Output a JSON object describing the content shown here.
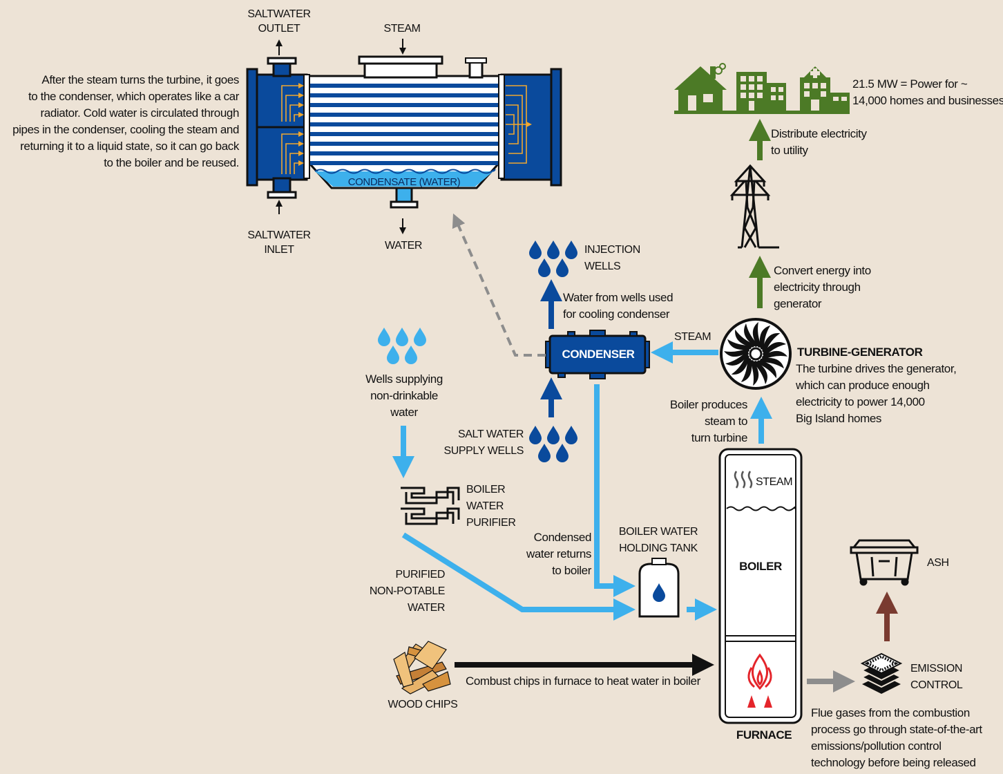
{
  "condenser_detail": {
    "saltwater_outlet": [
      "SALTWATER",
      "OUTLET"
    ],
    "saltwater_inlet": [
      "SALTWATER",
      "INLET"
    ],
    "steam": "STEAM",
    "water": "WATER",
    "condensate": "CONDENSATE (WATER)",
    "description": [
      "After the steam turns the turbine, it goes",
      "to the condenser, which operates like a car",
      "radiator. Cold water is circulated through",
      "pipes in the condenser, cooling the steam and",
      "returning it to a liquid state, so it can go back",
      "to the boiler and be reused."
    ]
  },
  "power": {
    "caption": [
      "21.5 MW = Power for ~",
      "14,000 homes and businesses"
    ],
    "distribute": [
      "Distribute electricity",
      "to utility"
    ],
    "convert": [
      "Convert energy into",
      "electricity through",
      "generator"
    ]
  },
  "injection_wells": [
    "INJECTION",
    "WELLS"
  ],
  "cooling_note": [
    "Water from wells used",
    "for cooling condenser"
  ],
  "condenser_label": "CONDENSER",
  "steam_arrow_label": "STEAM",
  "turbine": {
    "title": "TURBINE-GENERATOR",
    "description": [
      "The turbine drives the generator,",
      "which can produce enough",
      "electricity to power 14,000",
      "Big Island homes"
    ]
  },
  "boiler_produces": [
    "Boiler produces",
    "steam to",
    "turn turbine"
  ],
  "wells_supplying": [
    "Wells supplying",
    "non-drinkable",
    "water"
  ],
  "salt_water_supply": [
    "SALT WATER",
    "SUPPLY WELLS"
  ],
  "boiler_water_purifier": [
    "BOILER",
    "WATER",
    "PURIFIER"
  ],
  "condensed_returns": [
    "Condensed",
    "water returns",
    "to boiler"
  ],
  "holding_tank": [
    "BOILER WATER",
    "HOLDING TANK"
  ],
  "purified": [
    "PURIFIED",
    "NON-POTABLE",
    "WATER"
  ],
  "boiler_unit": {
    "steam": "STEAM",
    "boiler": "BOILER",
    "furnace": "FURNACE"
  },
  "ash": "ASH",
  "emission_control": [
    "EMISSION",
    "CONTROL"
  ],
  "flue_gases": [
    "Flue gases from the combustion",
    "process go through state-of-the-art",
    "emissions/pollution control",
    "technology before being released"
  ],
  "wood_chips": "WOOD CHIPS",
  "combust": "Combust chips in furnace to heat water in boiler",
  "colors": {
    "background": "#ede3d6",
    "navy": "#0a4a9c",
    "light_blue": "#3db0ec",
    "green": "#4c7a26",
    "brown": "#7a3b30",
    "gray": "#8d8d8d",
    "fire_red": "#e4252b",
    "pipe_orange": "#f0a830"
  }
}
